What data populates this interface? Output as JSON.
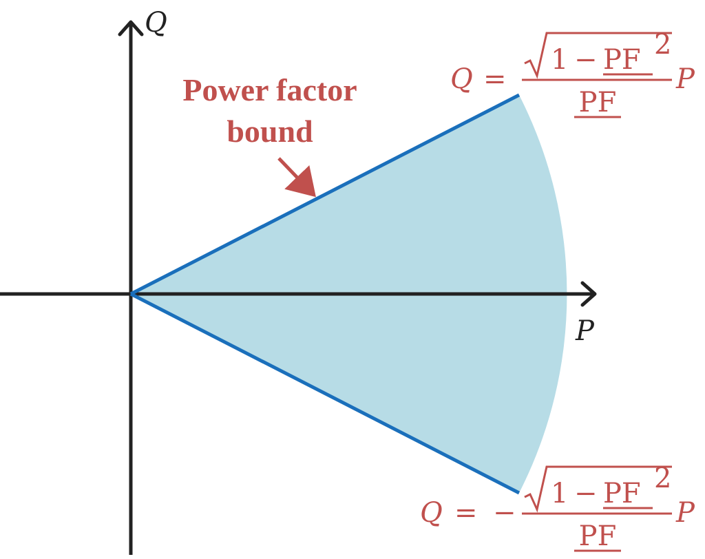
{
  "axes": {
    "x_label": "P",
    "y_label": "Q"
  },
  "annotation": {
    "line1": "Power factor",
    "line2": "bound"
  },
  "upper_bound": {
    "lhs": "Q",
    "equals": "=",
    "minus": "",
    "num_one": "1",
    "num_op": "−",
    "num_pf": "PF",
    "num_exp": "2",
    "den": "PF",
    "rhs": "P"
  },
  "lower_bound": {
    "lhs": "Q",
    "equals": "=",
    "minus": "−",
    "num_one": "1",
    "num_op": "−",
    "num_pf": "PF",
    "num_exp": "2",
    "den": "PF",
    "rhs": "P"
  },
  "colors": {
    "axis": "#222222",
    "bound_line": "#1a6fbb",
    "region_fill": "#b7dce6",
    "annotation": "#c0504d"
  }
}
